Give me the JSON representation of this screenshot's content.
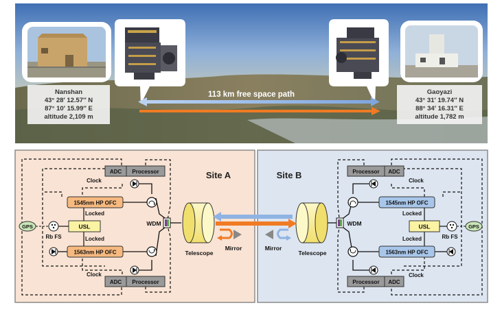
{
  "top": {
    "path_label": "113 km free space path",
    "left_station": {
      "name": "Nanshan",
      "lat": "43° 28′ 12.57″ N",
      "lon": "87° 10′ 15.99″ E",
      "alt": "altitude 2,109 m"
    },
    "right_station": {
      "name": "Gaoyazi",
      "lat": "43° 31′ 19.74″ N",
      "lon": "88° 34′ 16.31″ E",
      "alt": "altitude 1,782 m"
    }
  },
  "site_a": {
    "title": "Site A",
    "adc": "ADC",
    "processor": "Processor",
    "clock": "Clock",
    "ofc_top": "1545nm HP OFC",
    "ofc_bottom": "1563nm HP OFC",
    "usl": "USL",
    "locked": "Locked",
    "rbfs": "Rb FS",
    "gps": "GPS",
    "wdm": "WDM",
    "telescope": "Telescope",
    "mirror": "Mirror"
  },
  "site_b": {
    "title": "Site B",
    "adc": "ADC",
    "processor": "Processor",
    "clock": "Clock",
    "ofc_top": "1545nm HP OFC",
    "ofc_bottom": "1563nm HP OFC",
    "usl": "USL",
    "locked": "Locked",
    "rbfs": "Rb FS",
    "gps": "GPS",
    "wdm": "WDM",
    "telescope": "Telescope",
    "mirror": "Mirror"
  },
  "colors": {
    "site_a_bg": "#f9e3d4",
    "site_b_bg": "#dde5f0",
    "ofc_a": "#f6b97f",
    "ofc_b": "#a8c6ea",
    "usl": "#fbf3a4",
    "telescope": "#fbf09a",
    "orange_beam": "#f07b24",
    "blue_beam": "#8fb3e3"
  }
}
